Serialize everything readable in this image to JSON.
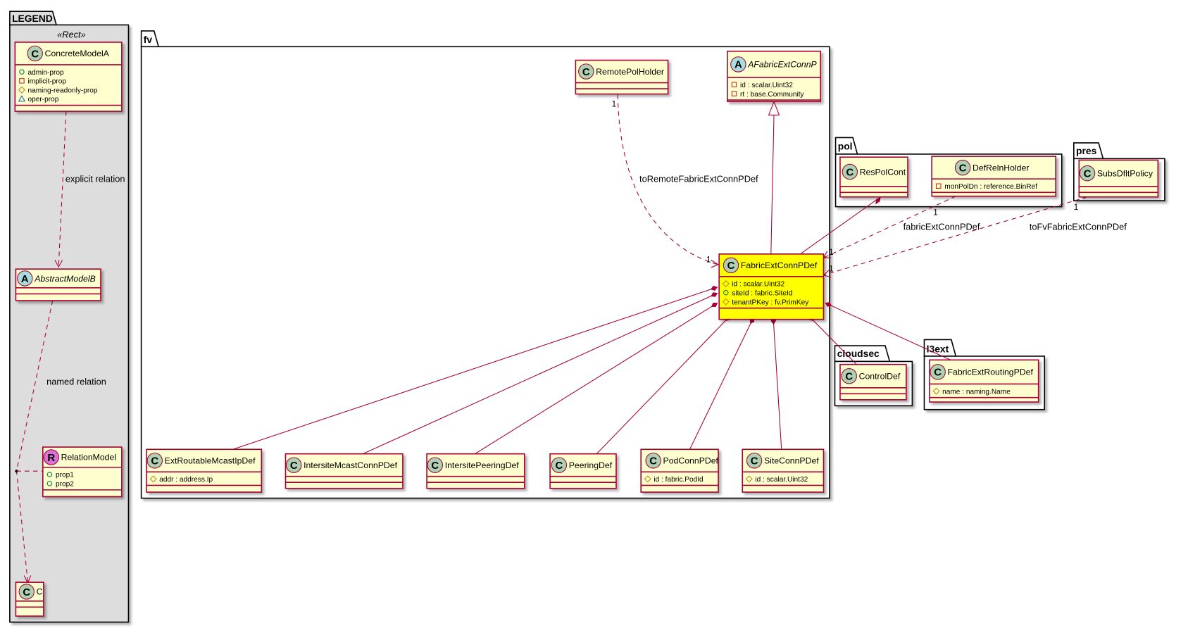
{
  "colors": {
    "class_fill": "#FEFECE",
    "class_border": "#A80036",
    "highlight_fill": "#FFFF00",
    "legend_fill": "#DDDDDD",
    "c_badge": "#ADD1B2",
    "a_badge": "#A9DCDF",
    "r_badge": "#DA70D6"
  },
  "packages": {
    "legend": {
      "title": "LEGEND",
      "stereotype": "«Rect»"
    },
    "fv": {
      "title": "fv"
    },
    "pol": {
      "title": "pol"
    },
    "pres": {
      "title": "pres"
    },
    "cloudsec": {
      "title": "cloudsec"
    },
    "l3ext": {
      "title": "l3ext"
    }
  },
  "classes": [
    {
      "id": "ConcreteModelA",
      "name": "ConcreteModelA",
      "kind": "C",
      "attrs": [
        {
          "vis": "+",
          "text": "admin-prop"
        },
        {
          "vis": "-",
          "text": "implicit-prop"
        },
        {
          "vis": "#",
          "text": "naming-readonly-prop"
        },
        {
          "vis": "~",
          "text": "oper-prop"
        }
      ]
    },
    {
      "id": "AbstractModelB",
      "name": "AbstractModelB",
      "kind": "A",
      "attrs": []
    },
    {
      "id": "RelationModel",
      "name": "RelationModel",
      "kind": "R",
      "attrs": [
        {
          "vis": "+",
          "text": "prop1"
        },
        {
          "vis": "+",
          "text": "prop2"
        }
      ]
    },
    {
      "id": "C",
      "name": "C",
      "kind": "C",
      "attrs": []
    },
    {
      "id": "RemotePolHolder",
      "name": "RemotePolHolder",
      "kind": "C",
      "attrs": []
    },
    {
      "id": "AFabricExtConnP",
      "name": "AFabricExtConnP",
      "kind": "A",
      "attrs": [
        {
          "vis": "-",
          "text": "id : scalar.Uint32"
        },
        {
          "vis": "-",
          "text": "rt : base.Community"
        }
      ]
    },
    {
      "id": "FabricExtConnPDef",
      "name": "FabricExtConnPDef",
      "kind": "C",
      "highlight": true,
      "attrs": [
        {
          "vis": "#",
          "text": "id : scalar.Uint32"
        },
        {
          "vis": "+",
          "text": "siteId : fabric.SiteId"
        },
        {
          "vis": "#",
          "text": "tenantPKey : fv.PrimKey"
        }
      ]
    },
    {
      "id": "ResPolCont",
      "name": "ResPolCont",
      "kind": "C",
      "attrs": []
    },
    {
      "id": "DefRelnHolder",
      "name": "DefRelnHolder",
      "kind": "C",
      "attrs": [
        {
          "vis": "-",
          "text": "monPolDn : reference.BinRef"
        }
      ]
    },
    {
      "id": "SubsDfltPolicy",
      "name": "SubsDfltPolicy",
      "kind": "C",
      "attrs": []
    },
    {
      "id": "ControlDef",
      "name": "ControlDef",
      "kind": "C",
      "attrs": []
    },
    {
      "id": "FabricExtRoutingPDef",
      "name": "FabricExtRoutingPDef",
      "kind": "C",
      "attrs": [
        {
          "vis": "#",
          "text": "name : naming.Name"
        }
      ]
    },
    {
      "id": "ExtRoutableMcastIpDef",
      "name": "ExtRoutableMcastIpDef",
      "kind": "C",
      "attrs": [
        {
          "vis": "#",
          "text": "addr : address.Ip"
        }
      ]
    },
    {
      "id": "IntersiteMcastConnPDef",
      "name": "IntersiteMcastConnPDef",
      "kind": "C",
      "attrs": []
    },
    {
      "id": "IntersitePeeringDef",
      "name": "IntersitePeeringDef",
      "kind": "C",
      "attrs": []
    },
    {
      "id": "PeeringDef",
      "name": "PeeringDef",
      "kind": "C",
      "attrs": []
    },
    {
      "id": "PodConnPDef",
      "name": "PodConnPDef",
      "kind": "C",
      "attrs": [
        {
          "vis": "#",
          "text": "id : fabric.PodId"
        }
      ]
    },
    {
      "id": "SiteConnPDef",
      "name": "SiteConnPDef",
      "kind": "C",
      "attrs": [
        {
          "vis": "#",
          "text": "id : scalar.Uint32"
        }
      ]
    }
  ],
  "relations": {
    "explicit": {
      "label": "explicit relation"
    },
    "named": {
      "label": "named relation"
    },
    "remote": {
      "label": "toRemoteFabricExtConnPDef",
      "src_mult": "1",
      "dst_mult": "1"
    },
    "defreln": {
      "label": "fabricExtConnPDef",
      "src_mult": "1",
      "dst_mult": "1"
    },
    "subs": {
      "label": "toFvFabricExtConnPDef",
      "src_mult": "1",
      "dst_mult": "1"
    }
  }
}
